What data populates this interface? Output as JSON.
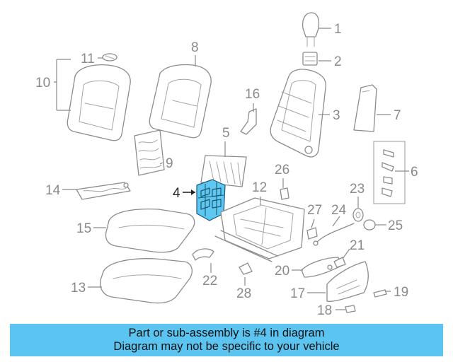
{
  "diagram": {
    "callouts": [
      "1",
      "2",
      "3",
      "4",
      "5",
      "6",
      "7",
      "8",
      "9",
      "10",
      "11",
      "12",
      "13",
      "14",
      "15",
      "16",
      "17",
      "18",
      "19",
      "20",
      "21",
      "22",
      "23",
      "24",
      "25",
      "26",
      "27",
      "28"
    ],
    "highlighted_part": "4",
    "highlight_color": "#5fc8f2",
    "line_color": "#8a8a8a"
  },
  "banner": {
    "line1": "Part or sub-assembly is #4 in diagram",
    "line2": "Diagram may not be specific to your vehicle",
    "background_color": "#5bc4f1"
  }
}
